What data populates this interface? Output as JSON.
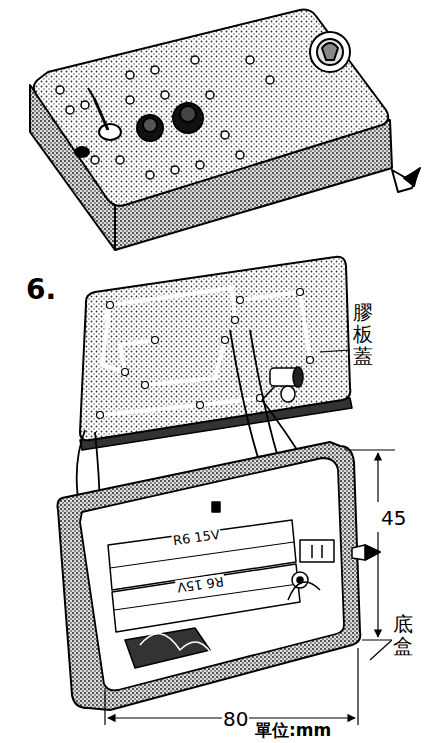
{
  "diagram": {
    "labels": [
      "6.",
      "膠板蓋",
      "R6 15V",
      "R6 15V",
      "45",
      "底盒",
      "80",
      "單位:mm"
    ]
  }
}
